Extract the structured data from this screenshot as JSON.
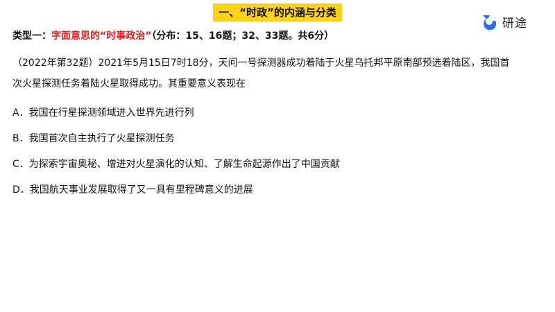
{
  "header": {
    "title": "一、“时政”的内涵与分类"
  },
  "logo": {
    "text": "研途",
    "brand_color": "#2f6fe0"
  },
  "type_line": {
    "label": "类型一：",
    "highlight": "字面意思的“时事政治”",
    "note": "（分布：15、16题；32、33题。共6分）"
  },
  "question": {
    "line1": "（2022年第32题）2021年5月15日7时18分，天问一号探测器成功着陆于火星乌托邦平原南部预选着陆区，我国首",
    "line2": "次火星探测任务着陆火星取得成功。其重要意义表现在"
  },
  "options": [
    {
      "text": "A．我国在行星探测领域进入世界先进行列"
    },
    {
      "text": "B．我国首次自主执行了火星探测任务"
    },
    {
      "text": "C．为探索宇宙奥秘、增进对火星演化的认知、了解生命起源作出了中国贡献"
    },
    {
      "text": "D．我国航天事业发展取得了又一具有里程碑意义的进展"
    }
  ]
}
